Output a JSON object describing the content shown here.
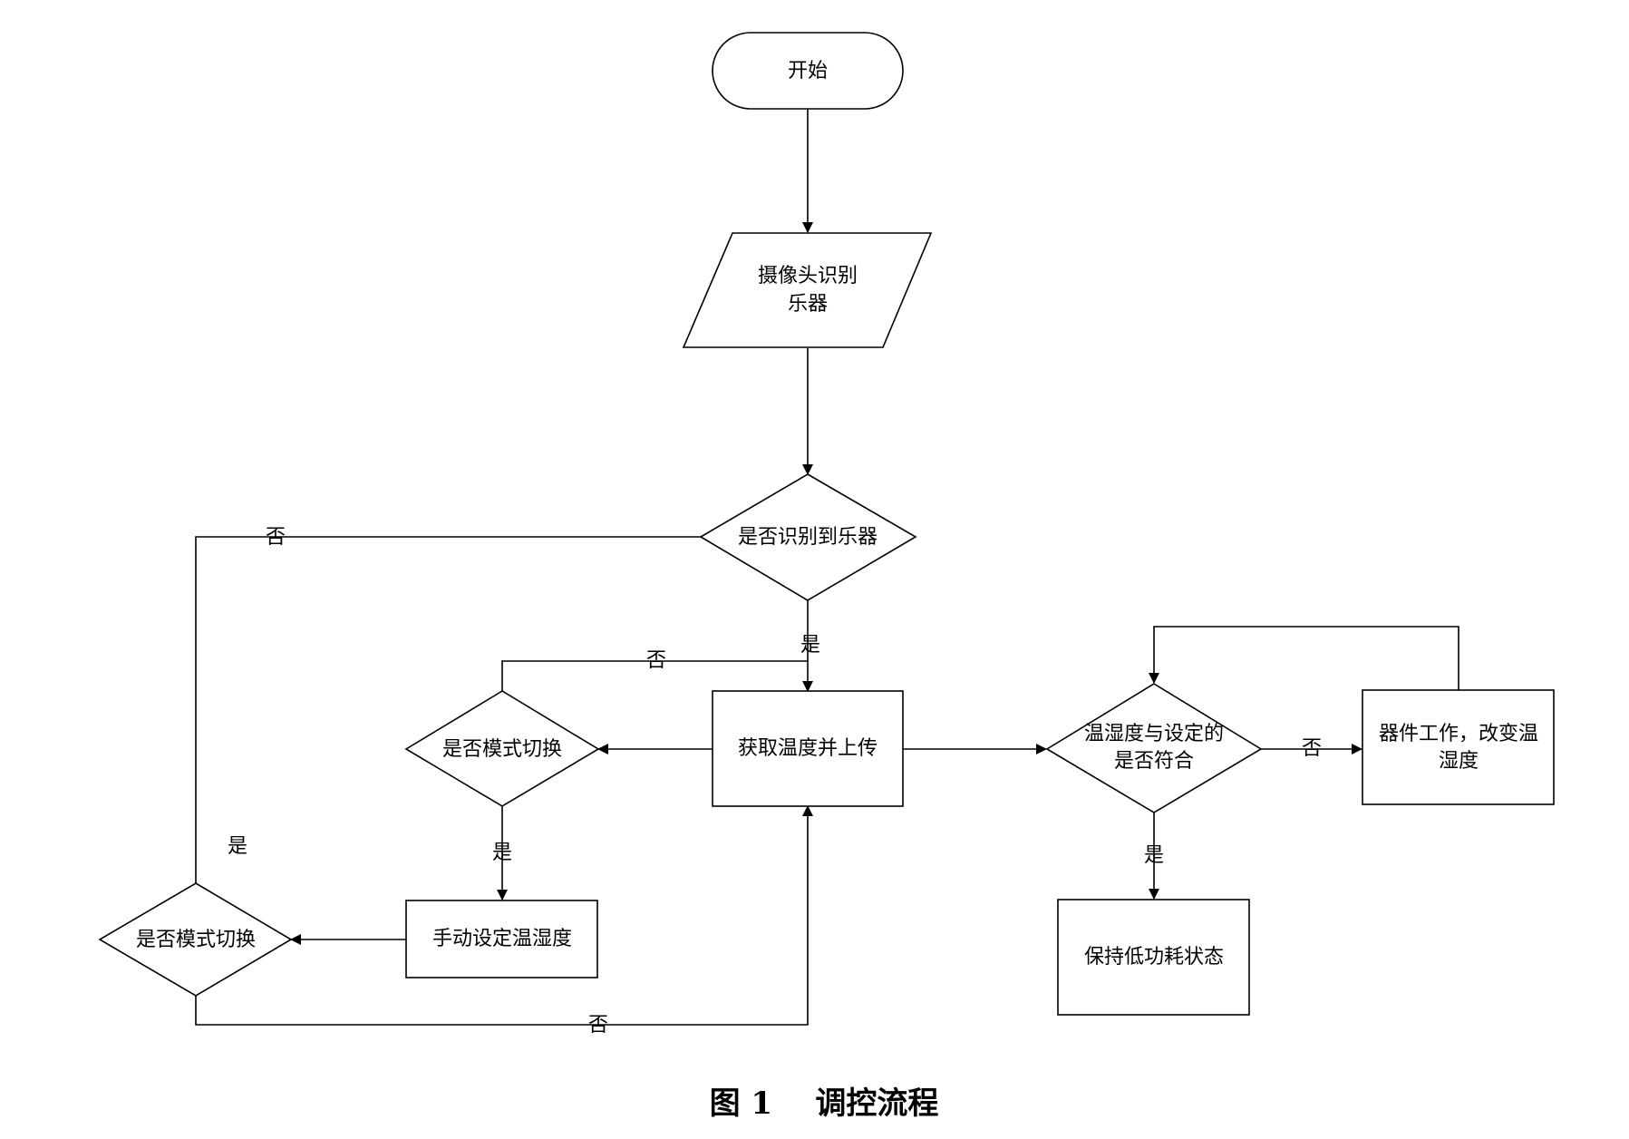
{
  "nodes": {
    "start": "开始",
    "camera": [
      "摄像头识别",
      "乐器"
    ],
    "decision_recognize": "是否识别到乐器",
    "get_temp": "获取温度并上传",
    "decision_mode_1": "是否模式切换",
    "manual_set": "手动设定温湿度",
    "decision_mode_2": "是否模式切换",
    "decision_match": [
      "温湿度与设定的",
      "是否符合"
    ],
    "device_work": [
      "器件工作，改变温",
      "湿度"
    ],
    "low_power": "保持低功耗状态"
  },
  "edge_labels": {
    "recognize_no": "否",
    "recognize_yes": "是",
    "mode1_no": "否",
    "mode1_yes": "是",
    "mode2_yes": "是",
    "mode2_no": "否",
    "match_no": "否",
    "match_yes": "是"
  },
  "caption": "图 1    调控流程"
}
